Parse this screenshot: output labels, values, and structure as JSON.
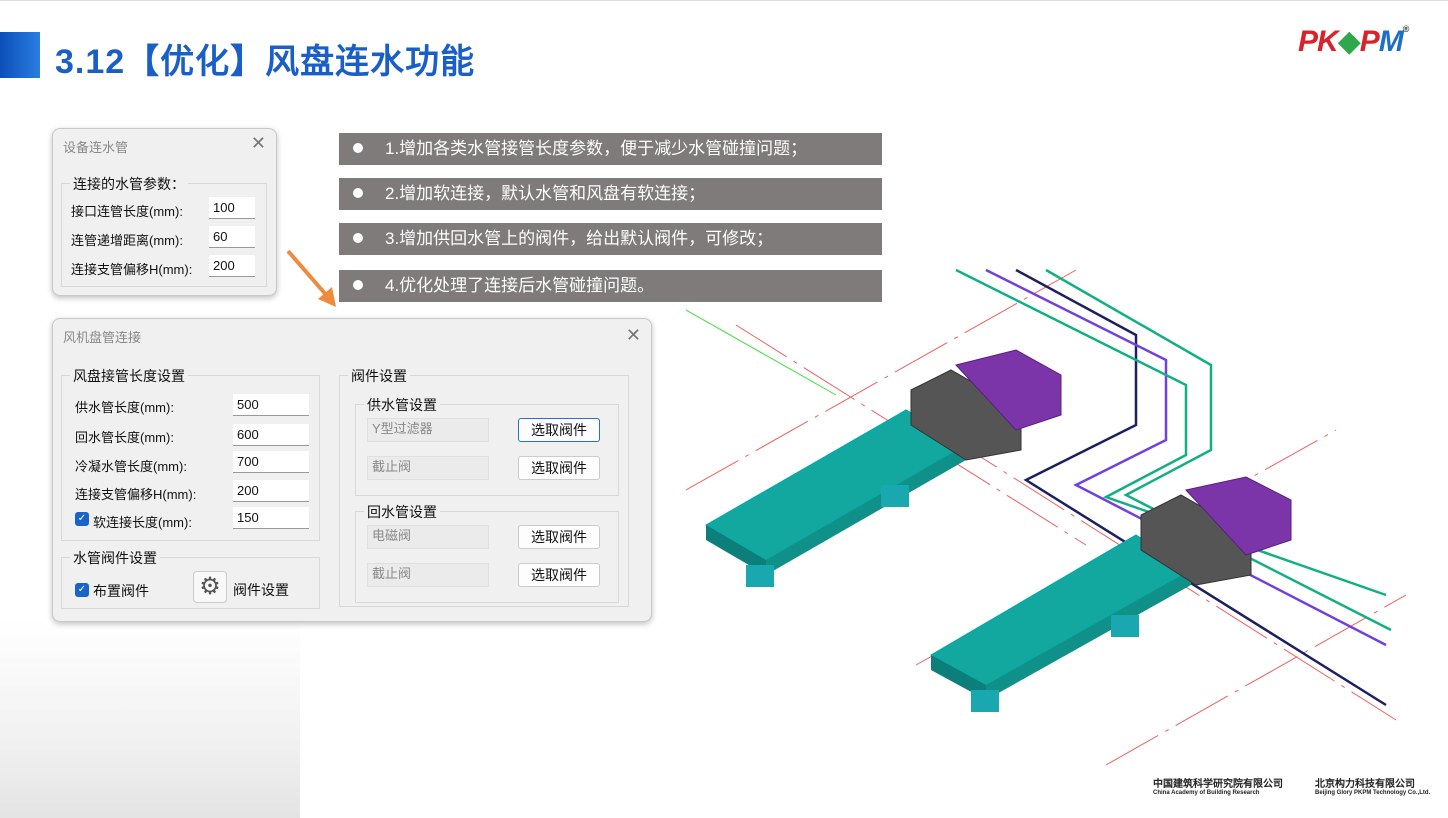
{
  "slide": {
    "title": "3.12【优化】风盘连水功能",
    "logo": "PKPM"
  },
  "bullets": [
    "1.增加各类水管接管长度参数，便于减少水管碰撞问题；",
    "2.增加软连接，默认水管和风盘有软连接；",
    "3.增加供回水管上的阀件，给出默认阀件，可修改；",
    "4.优化处理了连接后水管碰撞问题。"
  ],
  "dialog1": {
    "title": "设备连水管",
    "group": "连接的水管参数：",
    "fields": [
      {
        "label": "接口连管长度(mm):",
        "value": "100"
      },
      {
        "label": "连管递增距离(mm):",
        "value": "60"
      },
      {
        "label": "连接支管偏移H(mm):",
        "value": "200"
      }
    ]
  },
  "dialog2": {
    "title": "风机盘管连接",
    "length_group": "风盘接管长度设置",
    "fields": [
      {
        "label": "供水管长度(mm):",
        "value": "500"
      },
      {
        "label": "回水管长度(mm):",
        "value": "600"
      },
      {
        "label": "冷凝水管长度(mm):",
        "value": "700"
      },
      {
        "label": "连接支管偏移H(mm):",
        "value": "200"
      },
      {
        "label": "软连接长度(mm):",
        "value": "150",
        "checked": true
      }
    ],
    "valve_group": "水管阀件设置",
    "place_valve": "布置阀件",
    "place_valve_checked": true,
    "valve_settings_btn": "阀件设置",
    "valve_set_group": "阀件设置",
    "supply_group": "供水管设置",
    "supply_valves": [
      "Y型过滤器",
      "截止阀"
    ],
    "return_group": "回水管设置",
    "return_valves": [
      "电磁阀",
      "截止阀"
    ],
    "pick_btn": "选取阀件"
  },
  "footer": {
    "org1_cn": "中国建筑科学研究院有限公司",
    "org1_en": "China Academy of Building Research",
    "org2_cn": "北京构力科技有限公司",
    "org2_en": "Beijing Glory PKPM Technology Co.,Ltd."
  },
  "colors": {
    "title": "#1a5fc8",
    "bullet_bg": "#7f7b7a",
    "accent_arrow": "#f08a3c",
    "duct": "#0f9a94",
    "unit_purple": "#7b35a8"
  }
}
